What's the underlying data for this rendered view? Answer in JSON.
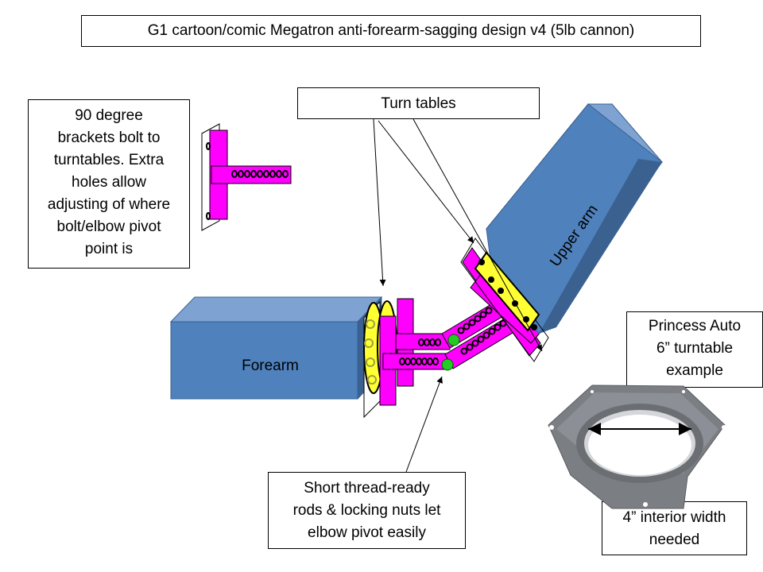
{
  "title": "G1 cartoon/comic Megatron anti-forearm-sagging design v4 (5lb cannon)",
  "labels": {
    "turn_tables": "Turn tables",
    "brackets": [
      "90 degree",
      "brackets bolt to",
      "turntables. Extra",
      "holes allow",
      "adjusting of where",
      "bolt/elbow pivot",
      "point is"
    ],
    "forearm": "Forearm",
    "upper_arm": "Upper arm",
    "princess": [
      "Princess Auto",
      "6” turntable",
      "example"
    ],
    "interior": [
      "4” interior width",
      "needed"
    ],
    "short_rods": [
      "Short thread-ready",
      "rods & locking nuts let",
      "elbow pivot easily"
    ]
  },
  "colors": {
    "arm_blue": "#4f81bd",
    "arm_blue_dark": "#3a6190",
    "arm_blue_light": "#7ea3d3",
    "bracket_magenta": "#ff00ff",
    "turntable_yellow": "#ffff33",
    "pivot_green": "#22cc22",
    "turntable_gray": "#7b7e83"
  }
}
